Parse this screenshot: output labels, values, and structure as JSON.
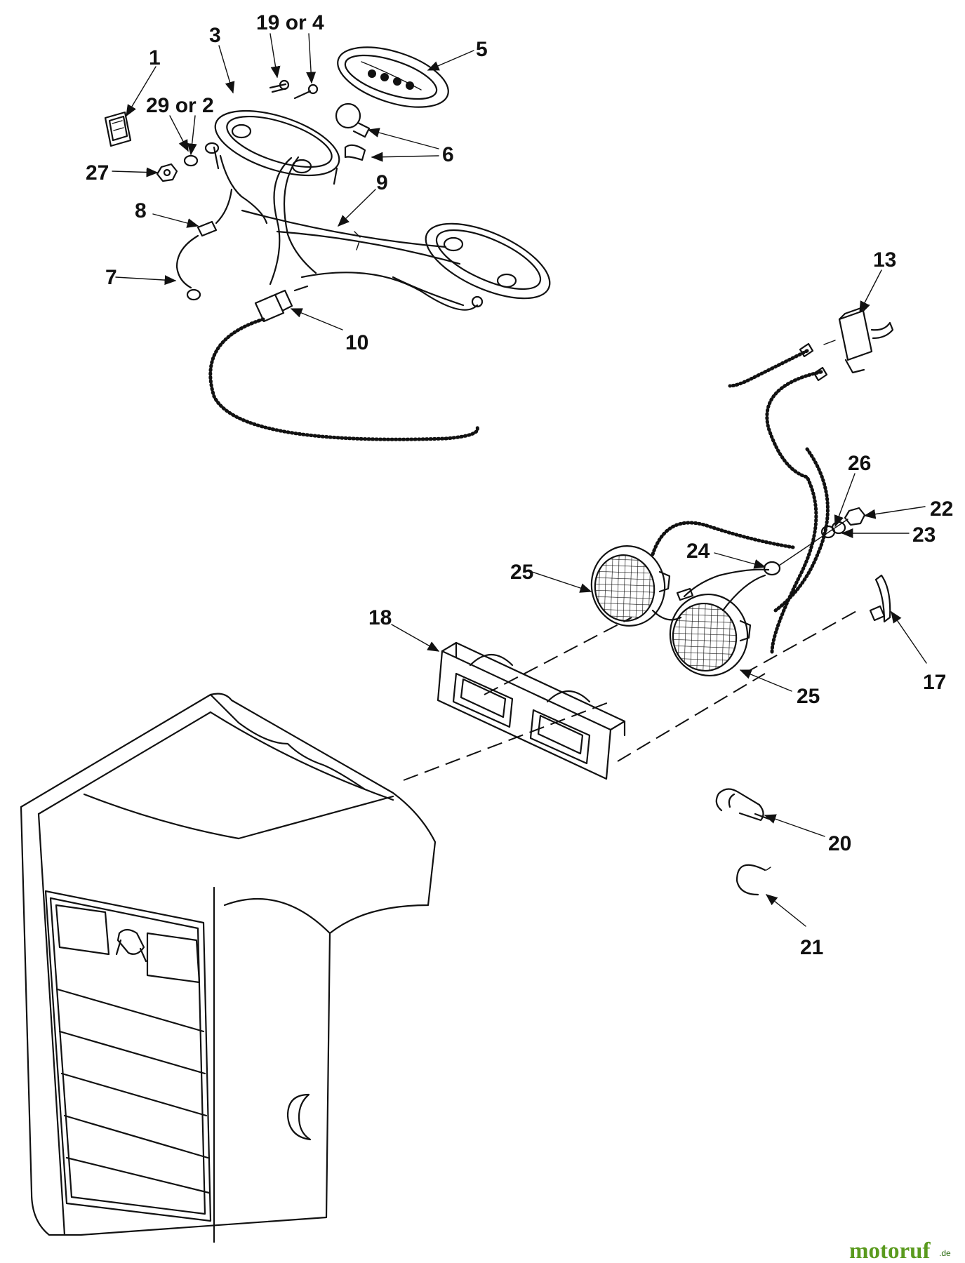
{
  "callouts": {
    "c1": "1",
    "c29or2": "29 or 2",
    "c3": "3",
    "c19or4": "19 or 4",
    "c5": "5",
    "c6": "6",
    "c27": "27",
    "c8": "8",
    "c9": "9",
    "c7": "7",
    "c10": "10",
    "c13": "13",
    "c26": "26",
    "c22": "22",
    "c23": "23",
    "c24": "24",
    "c25a": "25",
    "c25b": "25",
    "c18": "18",
    "c17": "17",
    "c20": "20",
    "c21": "21"
  },
  "watermark": {
    "main": "motoruf",
    "suffix": ".de"
  },
  "colors": {
    "line": "#111111",
    "background": "#ffffff",
    "watermark_green": "#5a9a1e",
    "watermark_dark": "#2b6b10"
  }
}
